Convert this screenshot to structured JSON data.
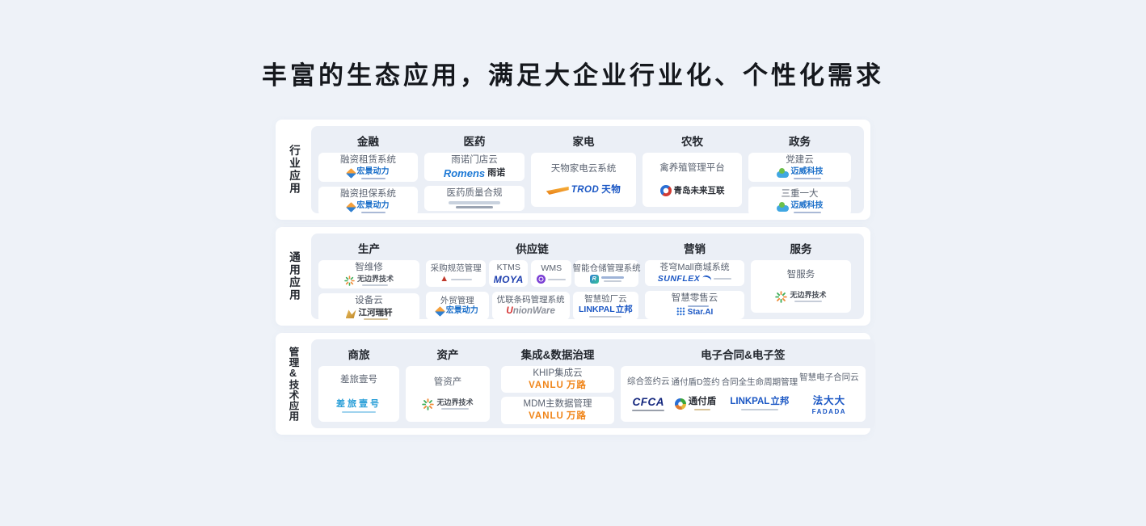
{
  "title": "丰富的生态应用，满足大企业行业化、个性化需求",
  "icons": {
    "triangle": "▲",
    "teal_letter": "R"
  },
  "colors": {
    "page_bg": "#eef2f8",
    "panel": "#ffffff",
    "inner": "#ebeff6",
    "blue": "#1b57c4",
    "orange": "#f08519"
  },
  "rows": [
    {
      "label": "行业应用",
      "columns": [
        {
          "header": "金融",
          "cards": [
            {
              "title": "融资租赁系统",
              "logo": {
                "text": "宏景动力"
              }
            },
            {
              "title": "融资担保系统",
              "logo": {
                "text": "宏景动力"
              }
            }
          ]
        },
        {
          "header": "医药",
          "cards": [
            {
              "title": "雨诺门店云",
              "logo": {
                "en": "Romens",
                "cn": "雨诺"
              }
            },
            {
              "title": "医药质量合规"
            }
          ]
        },
        {
          "header": "家电",
          "cards": [
            {
              "title": "天物家电云系统",
              "logo": {
                "en": "TROD",
                "cn": "天物"
              }
            }
          ]
        },
        {
          "header": "农牧",
          "cards": [
            {
              "title": "禽养殖管理平台",
              "logo": {
                "text": "青岛未来互联"
              }
            }
          ]
        },
        {
          "header": "政务",
          "cards": [
            {
              "title": "党建云",
              "logo": {
                "text": "迈威科技"
              }
            },
            {
              "title": "三重一大",
              "logo": {
                "text": "迈威科技"
              }
            }
          ]
        }
      ]
    },
    {
      "label": "通用应用",
      "columns": [
        {
          "header": "生产",
          "cards": [
            {
              "title": "智维修",
              "logo": {
                "text": "无边界技术"
              }
            },
            {
              "title": "设备云",
              "logo": {
                "text": "江河瑞轩"
              }
            }
          ]
        },
        {
          "header": "供应链",
          "cards": [
            {
              "title": "采购规范管理"
            },
            {
              "title": "KTMS",
              "logo": {
                "text": "MOYA"
              }
            },
            {
              "title": "WMS"
            },
            {
              "title": "智能仓储管理系统"
            },
            {
              "title": "外贸管理",
              "logo": {
                "text": "宏景动力"
              }
            },
            {
              "title": "优联条码管理系统",
              "logo": {
                "u": "U",
                "rest": "nionWare"
              }
            },
            {
              "title": "智慧验厂云",
              "logo": {
                "en": "LINKPAL",
                "cn": "立邦"
              }
            }
          ]
        },
        {
          "header": "营销",
          "cards": [
            {
              "title": "苍穹Mall商城系统",
              "logo": {
                "text": "SUNFLEX"
              }
            },
            {
              "title": "智慧零售云",
              "logo": {
                "text": "Star.AI"
              }
            }
          ]
        },
        {
          "header": "服务",
          "cards": [
            {
              "title": "智服务",
              "logo": {
                "text": "无边界技术"
              }
            }
          ]
        }
      ]
    },
    {
      "label": "管理&技术应用",
      "columns": [
        {
          "header": "商旅",
          "cards": [
            {
              "title": "差旅壹号",
              "logo": {
                "text": "差旅壹号"
              }
            }
          ]
        },
        {
          "header": "资产",
          "cards": [
            {
              "title": "管资产",
              "logo": {
                "text": "无边界技术"
              }
            }
          ]
        },
        {
          "header": "集成&数据治理",
          "cards": [
            {
              "title": "KHIP集成云",
              "logo": {
                "en": "VANLU",
                "cn": "万路"
              }
            },
            {
              "title": "MDM主数据管理",
              "logo": {
                "en": "VANLU",
                "cn": "万路"
              }
            }
          ]
        },
        {
          "header": "电子合同&电子签",
          "items": [
            {
              "title": "综合签约云",
              "logo": {
                "text": "CFCA"
              }
            },
            {
              "title": "通付盾D签约",
              "logo": {
                "text": "通付盾"
              }
            },
            {
              "title": "合同全生命周期管理",
              "logo": {
                "en": "LINKPAL",
                "cn": "立邦"
              }
            },
            {
              "title": "智慧电子合同云",
              "logo": {
                "cn": "法大大",
                "en": "FADADA"
              }
            }
          ]
        }
      ]
    }
  ]
}
